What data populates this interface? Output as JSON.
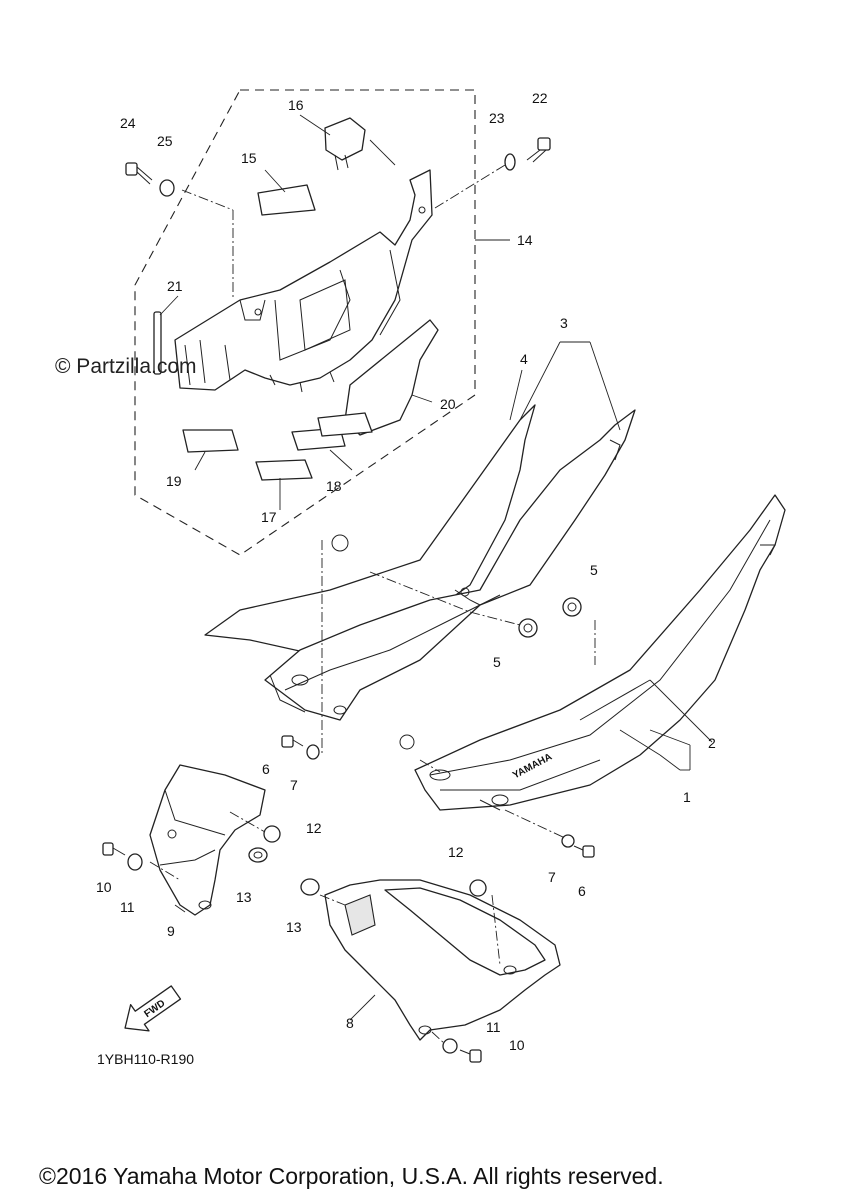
{
  "watermark": "© Partzilla.com",
  "diagram_code": "1YBH110-R190",
  "fwd_label": "FWD",
  "copyright": "©2016 Yamaha Motor Corporation, U.S.A. All rights reserved.",
  "callouts": [
    "1",
    "2",
    "3",
    "4",
    "5",
    "5",
    "6",
    "6",
    "7",
    "7",
    "8",
    "9",
    "10",
    "10",
    "11",
    "11",
    "12",
    "12",
    "13",
    "13",
    "14",
    "15",
    "16",
    "17",
    "18",
    "19",
    "20",
    "21",
    "22",
    "23",
    "24",
    "25"
  ]
}
